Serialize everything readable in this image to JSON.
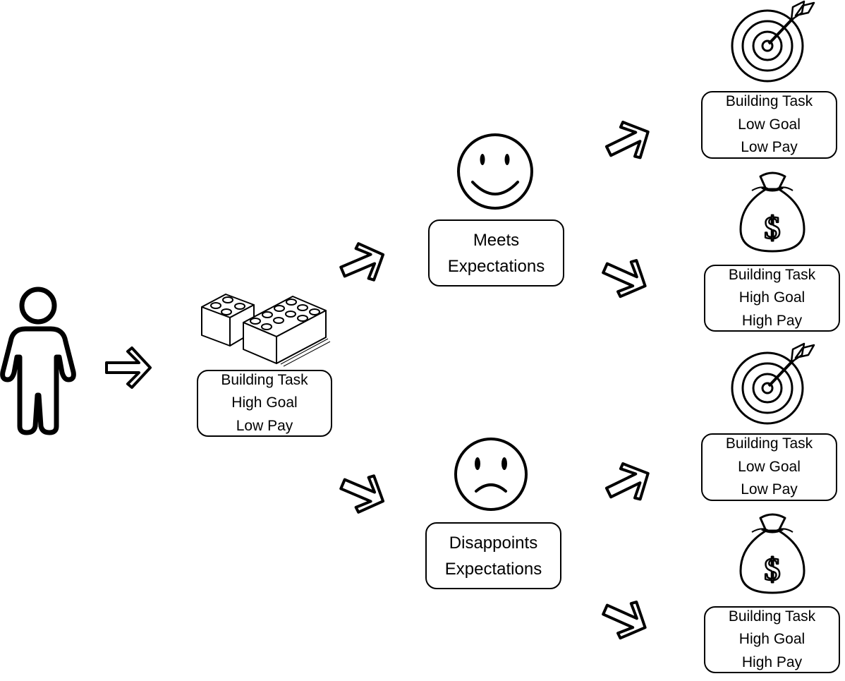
{
  "start_task": {
    "lines": [
      "Building Task",
      "High Goal",
      "Low Pay"
    ]
  },
  "conditions": [
    {
      "lines": [
        "Meets",
        "Expectations"
      ]
    },
    {
      "lines": [
        "Disappoints",
        "Expectations"
      ]
    }
  ],
  "outcomes": [
    {
      "icon": "target-icon",
      "lines": [
        "Building Task",
        "Low Goal",
        "Low Pay"
      ]
    },
    {
      "icon": "money-bag-icon",
      "lines": [
        "Building Task",
        "High Goal",
        "High Pay"
      ]
    },
    {
      "icon": "target-icon",
      "lines": [
        "Building Task",
        "Low Goal",
        "Low Pay"
      ]
    },
    {
      "icon": "money-bag-icon",
      "lines": [
        "Building Task",
        "High Goal",
        "High Pay"
      ]
    }
  ],
  "dollar_sign": "$"
}
